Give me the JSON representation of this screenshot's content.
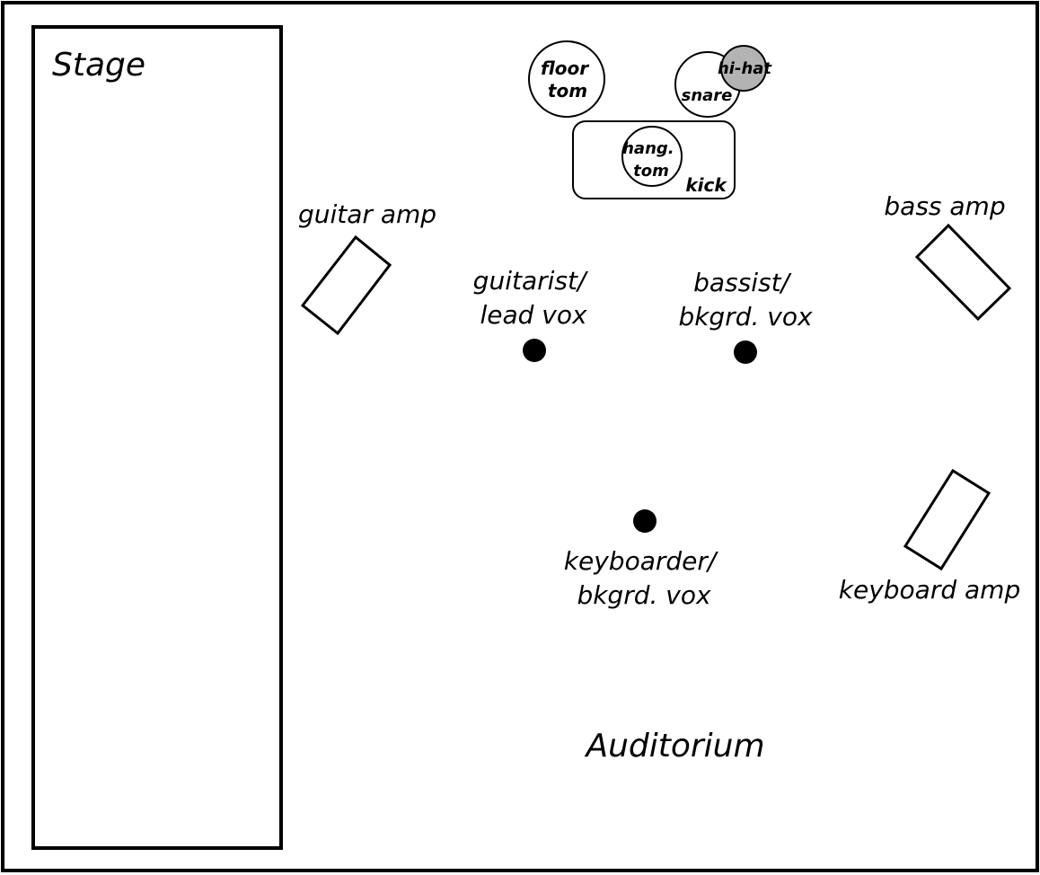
{
  "labels": {
    "stage": "Stage",
    "auditorium": "Auditorium",
    "guitar_amp": "guitar amp",
    "bass_amp": "bass amp",
    "keyboard_amp": "keyboard amp",
    "guitarist": [
      "guitarist/",
      "lead vox"
    ],
    "bassist": [
      "bassist/",
      "bkgrd. vox"
    ],
    "keyboarder": [
      "keyboarder/",
      "bkgrd. vox"
    ],
    "drums": {
      "floor_tom": [
        "floor",
        "tom"
      ],
      "snare": "snare",
      "hi_hat": "hi-hat",
      "hang_tom": [
        "hang.",
        "tom"
      ],
      "kick": "kick"
    }
  },
  "colors": {
    "stroke": "#000000",
    "performer": "#000000",
    "hi_hat_fill": "#b3b3b3",
    "background": "#ffffff"
  }
}
